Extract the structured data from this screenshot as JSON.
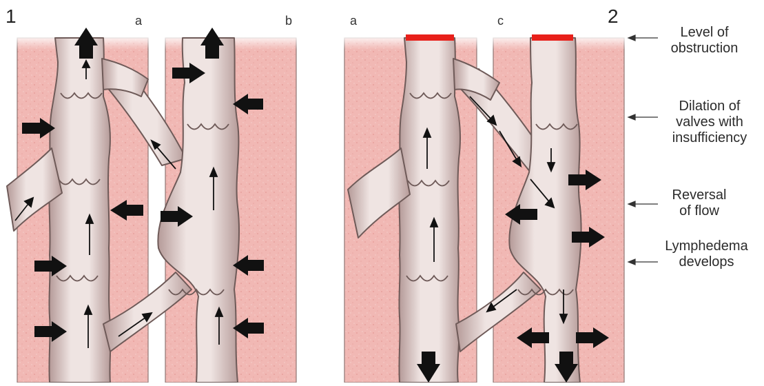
{
  "panels": [
    {
      "number": "1",
      "columns": [
        "a",
        "b"
      ]
    },
    {
      "number": "2",
      "columns": [
        "a",
        "c"
      ]
    }
  ],
  "annotations": [
    {
      "label": "Level of\nobstruction"
    },
    {
      "label": "Dilation of\nvalves with\ninsufficiency"
    },
    {
      "label": "Reversal\nof flow"
    },
    {
      "label": "Lymphedema\ndevelops"
    }
  ],
  "colors": {
    "tissue": "#f1b8b4",
    "vein": "#e9dcda",
    "vein_outline": "#6e5a58",
    "obstruction": "#e8201a",
    "arrow": "#111111"
  }
}
